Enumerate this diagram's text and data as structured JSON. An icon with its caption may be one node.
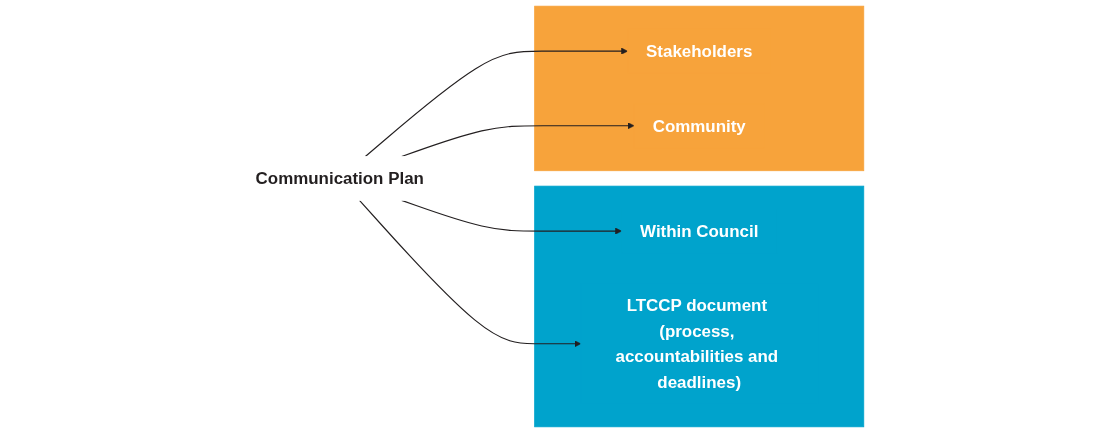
{
  "diagram": {
    "nodes": [
      {
        "text": [],
        "shape": "box"
      },
      {
        "text": [
          "Within Council"
        ],
        "in": 0
      },
      {
        "text": [
          "LTCCP document (process, accountabilities and deadlines)"
        ],
        "in": 0
      },
      {
        "text": [
          "Communication Plan"
        ]
      },
      {
        "text": [],
        "shape": "box"
      },
      {
        "text": [
          "Stakeholders"
        ],
        "in": 4
      },
      {
        "text": [
          "Community"
        ],
        "in": 4
      }
    ],
    "edges": [
      {
        "from": 3,
        "to": 1,
        "arrow": "to"
      },
      {
        "from": 3,
        "to": 2,
        "arrow": "to"
      },
      {
        "from": 3,
        "to": 5,
        "arrow": "to"
      },
      {
        "from": 3,
        "to": 6,
        "arrow": "to"
      }
    ]
  }
}
